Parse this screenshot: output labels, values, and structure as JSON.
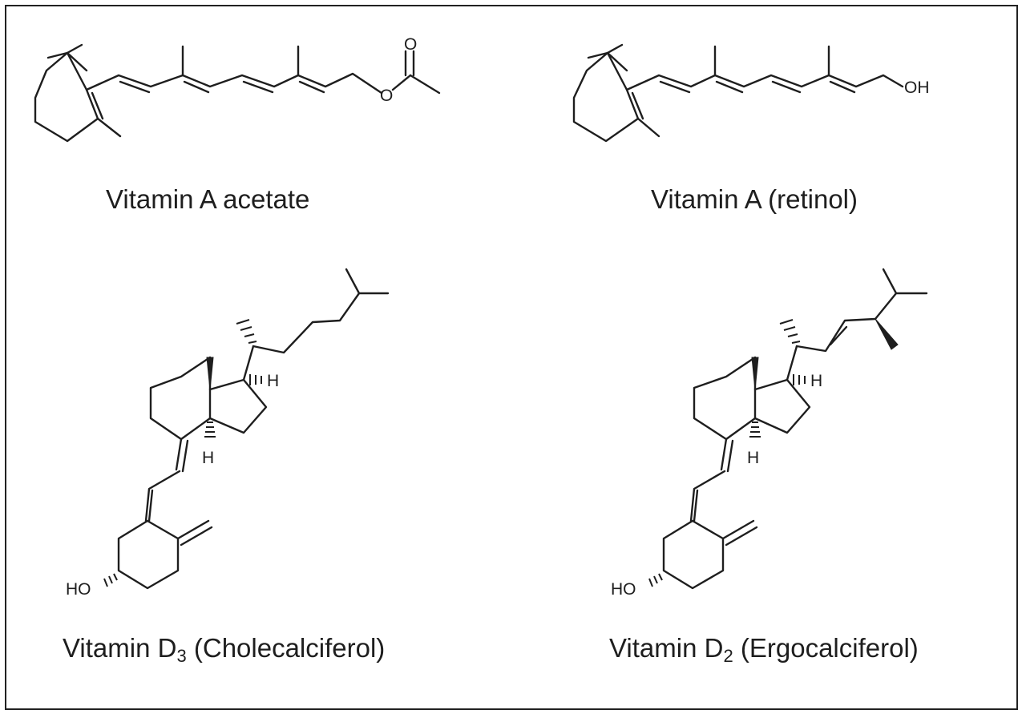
{
  "labels": {
    "vitamin_a_acetate": "Vitamin A acetate",
    "vitamin_a_retinol": "Vitamin A (retinol)",
    "vitamin_d3": {
      "main": "Vitamin D",
      "sub": "3",
      "rest": " (Cholecalciferol)"
    },
    "vitamin_d2": {
      "main": "Vitamin D",
      "sub": "2",
      "rest": " (Ergocalciferol)"
    }
  },
  "atoms": {
    "oxygen": "O",
    "hydroxyl": "OH",
    "hydroxyl_left": "HO",
    "hydrogen": "H"
  }
}
